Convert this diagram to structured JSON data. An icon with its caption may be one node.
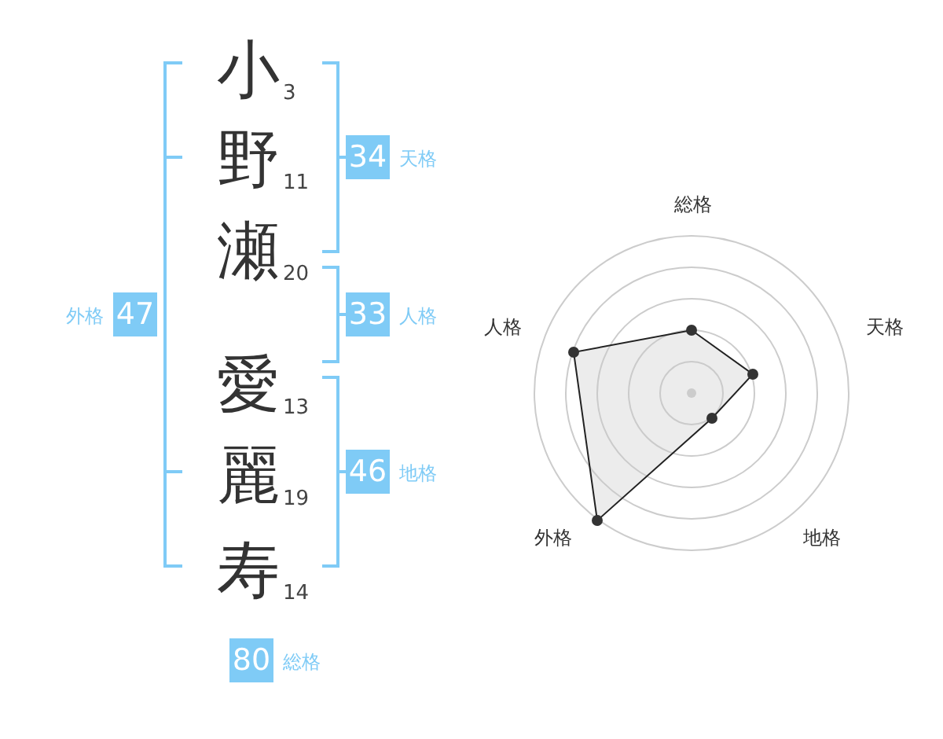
{
  "diagram": {
    "nodes": [
      {
        "text": [
          "34"
        ],
        "beside": [
          "天格"
        ]
      },
      {
        "text": [
          "47"
        ],
        "beside": [
          "外格"
        ]
      },
      {
        "text": [
          "33"
        ],
        "beside": [
          "人格"
        ]
      },
      {
        "text": [
          "46"
        ],
        "beside": [
          "地格"
        ]
      },
      {
        "text": [
          "80"
        ],
        "beside": [
          "総格"
        ]
      }
    ],
    "labels": [
      "小",
      "3",
      "野",
      "11",
      "瀬",
      "20",
      "愛",
      "13",
      "麗",
      "19",
      "寿",
      "14",
      "総格",
      "人格",
      "天格",
      "外格",
      "地格"
    ]
  }
}
